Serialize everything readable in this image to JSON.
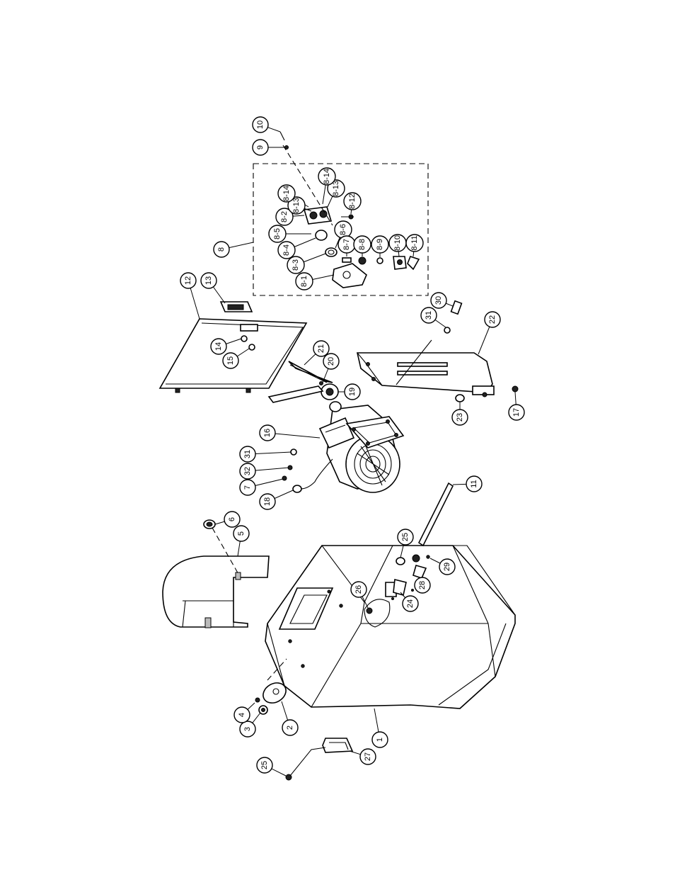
{
  "callouts": [
    {
      "id": "1",
      "label": "1"
    },
    {
      "id": "2",
      "label": "2"
    },
    {
      "id": "3",
      "label": "3"
    },
    {
      "id": "4",
      "label": "4"
    },
    {
      "id": "5",
      "label": "5"
    },
    {
      "id": "6",
      "label": "6"
    },
    {
      "id": "7",
      "label": "7"
    },
    {
      "id": "8",
      "label": "8"
    },
    {
      "id": "8-1",
      "label": "8-1"
    },
    {
      "id": "8-2",
      "label": "8-2"
    },
    {
      "id": "8-3",
      "label": "8-3"
    },
    {
      "id": "8-4",
      "label": "8-4"
    },
    {
      "id": "8-5",
      "label": "8-5"
    },
    {
      "id": "8-6",
      "label": "8-6"
    },
    {
      "id": "8-7",
      "label": "8-7"
    },
    {
      "id": "8-8",
      "label": "8-8"
    },
    {
      "id": "8-9",
      "label": "8-9"
    },
    {
      "id": "8-10",
      "label": "8-10"
    },
    {
      "id": "8-11",
      "label": "8-11"
    },
    {
      "id": "8-12",
      "label": "8-12"
    },
    {
      "id": "8-13a",
      "label": "8-13"
    },
    {
      "id": "8-13b",
      "label": "8-13"
    },
    {
      "id": "8-14a",
      "label": "8-14"
    },
    {
      "id": "8-14b",
      "label": "8-14"
    },
    {
      "id": "9",
      "label": "9"
    },
    {
      "id": "10",
      "label": "10"
    },
    {
      "id": "11",
      "label": "11"
    },
    {
      "id": "12",
      "label": "12"
    },
    {
      "id": "13",
      "label": "13"
    },
    {
      "id": "14",
      "label": "14"
    },
    {
      "id": "15",
      "label": "15"
    },
    {
      "id": "16",
      "label": "16"
    },
    {
      "id": "17",
      "label": "17"
    },
    {
      "id": "18",
      "label": "18"
    },
    {
      "id": "19",
      "label": "19"
    },
    {
      "id": "20",
      "label": "20"
    },
    {
      "id": "21",
      "label": "21"
    },
    {
      "id": "22",
      "label": "22"
    },
    {
      "id": "23",
      "label": "23"
    },
    {
      "id": "24",
      "label": "24"
    },
    {
      "id": "25a",
      "label": "25"
    },
    {
      "id": "25b",
      "label": "25"
    },
    {
      "id": "26",
      "label": "26"
    },
    {
      "id": "27",
      "label": "27"
    },
    {
      "id": "28",
      "label": "28"
    },
    {
      "id": "29",
      "label": "29"
    },
    {
      "id": "30",
      "label": "30"
    },
    {
      "id": "31a",
      "label": "31"
    },
    {
      "id": "31b",
      "label": "31"
    },
    {
      "id": "32",
      "label": "32"
    }
  ]
}
